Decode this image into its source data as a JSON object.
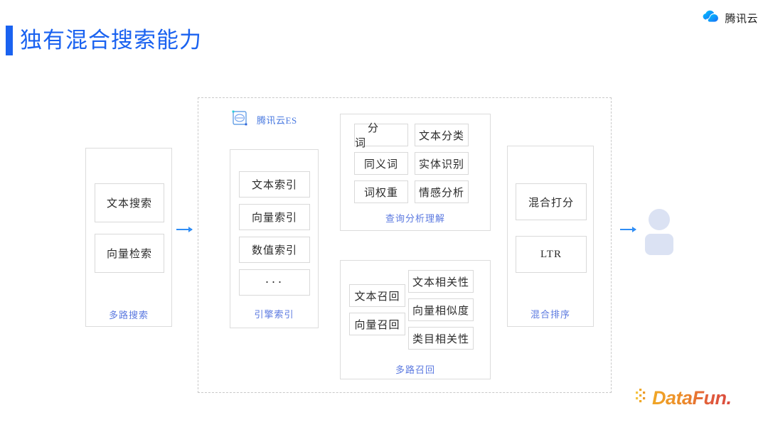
{
  "header": {
    "title": "独有混合搜索能力",
    "accent_color": "#1a62f0",
    "brand": {
      "name": "腾讯云",
      "icon": "tencent-cloud-icon"
    }
  },
  "diagram": {
    "es_badge": {
      "label": "腾讯云ES",
      "icon": "tencent-cloud-es-icon"
    },
    "columns": [
      {
        "id": "multi-route-search",
        "label": "多路搜索",
        "label_color": "#5b79e0",
        "chips": [
          "文本搜索",
          "向量检索"
        ]
      },
      {
        "id": "engine-index",
        "label": "引擎索引",
        "label_color": "#5b79e0",
        "chips": [
          "文本索引",
          "向量索引",
          "数值索引",
          "···"
        ]
      },
      {
        "id": "query-analysis",
        "label": "查询分析理解",
        "label_color": "#5b79e0",
        "rows": [
          {
            "left": "分  词",
            "right": "文本分类"
          },
          {
            "left": "同义词",
            "right": "实体识别"
          },
          {
            "left": "词权重",
            "right": "情感分析"
          }
        ]
      },
      {
        "id": "multi-route-recall",
        "label": "多路召回",
        "label_color": "#5b79e0",
        "left_chips": [
          "文本召回",
          "向量召回"
        ],
        "right_chips": [
          "文本相关性",
          "向量相似度",
          "类目相关性"
        ]
      },
      {
        "id": "hybrid-ranking",
        "label": "混合排序",
        "label_color": "#5b79e0",
        "chips": [
          "混合打分",
          "LTR"
        ]
      }
    ],
    "arrows": [
      {
        "id": "arrow-search-to-index",
        "color": "#2f8df5"
      },
      {
        "id": "arrow-rank-to-user",
        "color": "#2f8df5"
      }
    ],
    "user_icon": {
      "name": "user-person-icon",
      "color": "#dbe2f3"
    },
    "container_border": "#c9c9c9"
  },
  "footer": {
    "logo_text": "DataFun.",
    "logo_accent": "#e8732c"
  }
}
